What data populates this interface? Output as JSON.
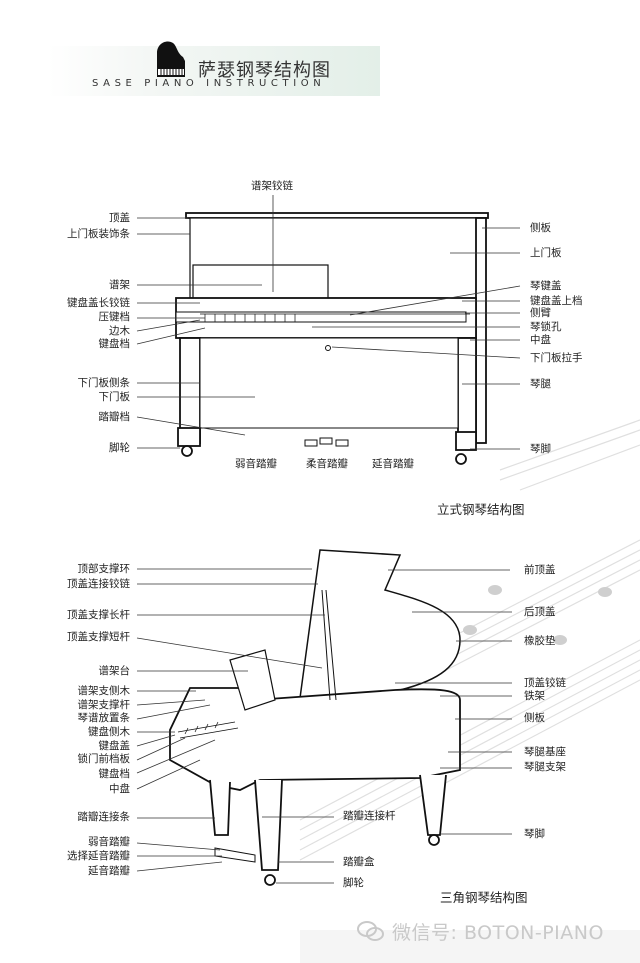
{
  "header": {
    "title": "萨瑟钢琴结构图",
    "subtitle": "SASE PIANO INSTRUCTION"
  },
  "upright": {
    "caption": "立式钢琴结构图",
    "top_label": "谱架铰链",
    "left_labels": [
      "顶盖",
      "上门板装饰条",
      "谱架",
      "键盘盖长铰链",
      "压键档",
      "边木",
      "键盘档",
      "下门板侧条",
      "下门板",
      "踏瓣档",
      "脚轮"
    ],
    "right_labels": [
      "侧板",
      "上门板",
      "琴键盖",
      "键盘盖上档",
      "侧臂",
      "琴锁孔",
      "中盘",
      "下门板拉手",
      "琴腿",
      "琴脚"
    ],
    "bottom_labels": [
      "弱音踏瓣",
      "柔音踏瓣",
      "延音踏瓣"
    ]
  },
  "grand": {
    "caption": "三角钢琴结构图",
    "left_labels": [
      "顶部支撑环",
      "顶盖连接铰链",
      "顶盖支撑长杆",
      "顶盖支撑短杆",
      "谱架台",
      "谱架支侧木",
      "谱架支撑杆",
      "琴谱放置条",
      "键盘侧木",
      "键盘盖",
      "锁门前档板",
      "键盘档",
      "中盘",
      "踏瓣连接条",
      "弱音踏瓣",
      "选择延音踏瓣",
      "延音踏瓣"
    ],
    "right_labels": [
      "前顶盖",
      "后顶盖",
      "橡胶垫",
      "顶盖铰链",
      "铁架",
      "侧板",
      "琴腿基座",
      "琴腿支架",
      "琴脚"
    ],
    "middle_labels": [
      "踏瓣连接杆",
      "踏瓣盒",
      "脚轮"
    ]
  },
  "watermark": "微信号: BOTON-PIANO"
}
